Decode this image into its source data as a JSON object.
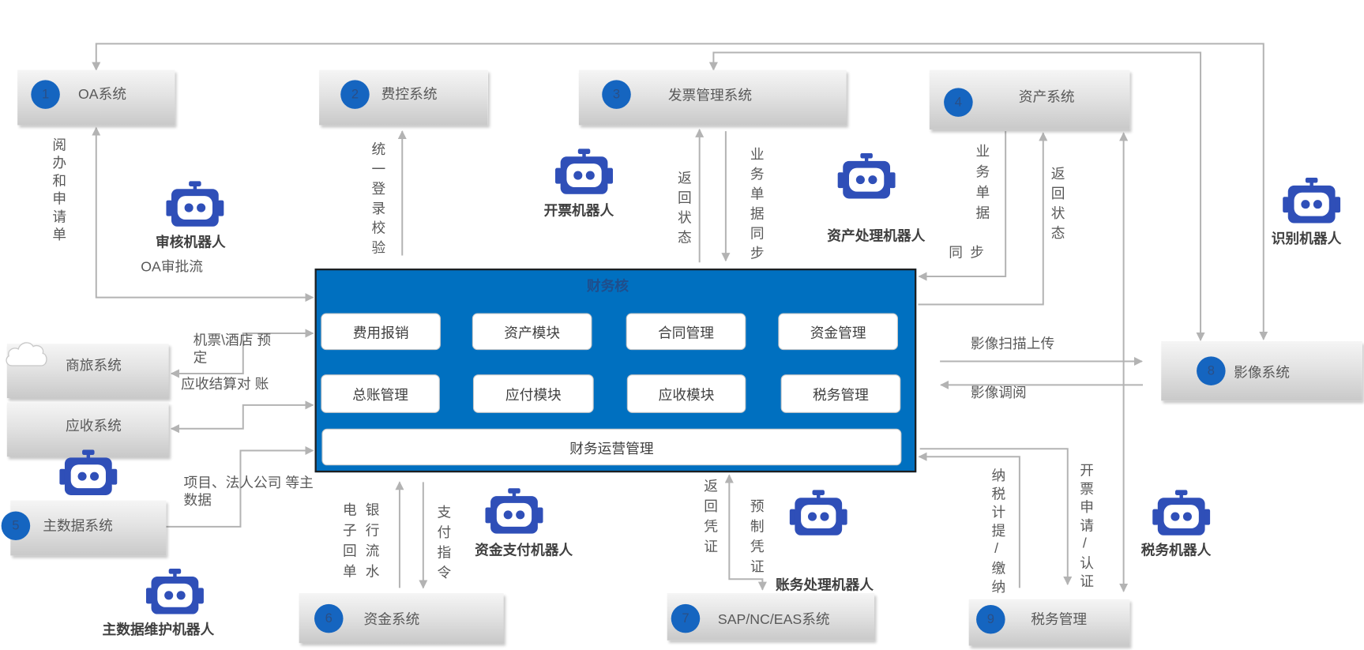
{
  "core": {
    "title": "财务核",
    "modules": {
      "expense": "费用报销",
      "asset": "资产模块",
      "contract": "合同管理",
      "fund": "资金管理",
      "ledger": "总账管理",
      "payable": "应付模块",
      "receivable": "应收模块",
      "tax": "税务管理",
      "operations": "财务运营管理"
    }
  },
  "systems": {
    "oa": {
      "number": "1",
      "label": "OA系统"
    },
    "expense_control": {
      "number": "2",
      "label": "费控系统"
    },
    "invoice": {
      "number": "3",
      "label": "发票管理系统"
    },
    "asset": {
      "number": "4",
      "label": "资产系统"
    },
    "travel": {
      "label": "商旅系统"
    },
    "receivable": {
      "label": "应收系统"
    },
    "master_data": {
      "number": "5",
      "label": "主数据系统"
    },
    "treasury": {
      "number": "6",
      "label": "资金系统"
    },
    "erp": {
      "number": "7",
      "label": "SAP/NC/EAS系统"
    },
    "imaging": {
      "number": "8",
      "label": "影像系统"
    },
    "tax": {
      "number": "9",
      "label": "税务管理"
    }
  },
  "robots": {
    "audit": "审核机器人",
    "invoicing": "开票机器人",
    "asset_processing": "资产处理机器人",
    "recognition": "识别机器人",
    "master_data": "主数据维护机器人",
    "payment": "资金支付机器人",
    "accounting": "账务处理机器人",
    "tax": "税务机器人"
  },
  "flows": {
    "oa_read_apply": "阅办和申请单",
    "oa_approval": "OA审批流",
    "sso_check": "统一登录校验",
    "invoice_return_status": "返回状态",
    "invoice_doc_sync": "业务单据同步",
    "asset_doc": "业务单据",
    "asset_sync": "同 步",
    "asset_return_status": "返回状态",
    "travel_booking_line1": "机票\\酒店 预",
    "travel_booking_line2": "定",
    "receivable_reconcile": "应收结算对 账",
    "master_data_line1": "项目、法人公司 等主",
    "master_data_line2": "数据",
    "image_upload": "影像扫描上传",
    "image_view": "影像调阅",
    "e_receipt": "电子回单",
    "bank_statement": "银行流水",
    "payment_order": "支付指令",
    "return_voucher": "返回凭证",
    "prebuilt_voucher": "预制凭证",
    "tax_accrual": "纳税计提/缴纳",
    "invoice_apply_cert": "开票申请/认证"
  },
  "icons": {
    "robot": "robot-icon",
    "travel": "cloud-icon"
  },
  "colors": {
    "core_panel": "#0070c0",
    "number_badge": "#1565c0",
    "badge_text": "#2a4f86",
    "robot": "#2f4fb8",
    "connector": "#b3b3b3",
    "label_text": "#595959"
  }
}
